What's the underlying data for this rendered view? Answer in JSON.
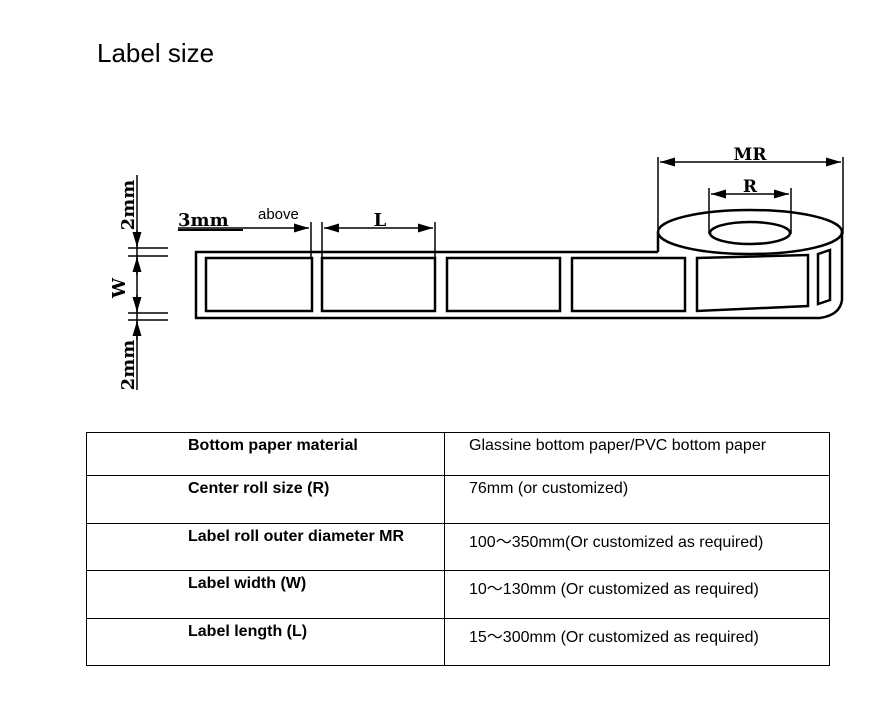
{
  "title": "Label size",
  "diagram": {
    "gap_label": "3mm",
    "gap_suffix": "above",
    "length_label": "L",
    "width_label": "W",
    "margin_top_label": "2mm",
    "margin_bottom_label": "2mm",
    "outer_diameter_label": "MR",
    "core_label": "R"
  },
  "table": {
    "rows": [
      {
        "label": "Bottom paper material",
        "value": "Glassine bottom paper/PVC bottom paper"
      },
      {
        "label": "Center roll size (R)",
        "value": "76mm (or customized)"
      },
      {
        "label": "Label roll outer diameter MR",
        "value": "100～350mm(Or customized as required)"
      },
      {
        "label": "Label width (W)",
        "value": "10～130mm (Or customized as required)"
      },
      {
        "label": "Label length (L)",
        "value": "15～300mm (Or customized as required)"
      }
    ]
  }
}
